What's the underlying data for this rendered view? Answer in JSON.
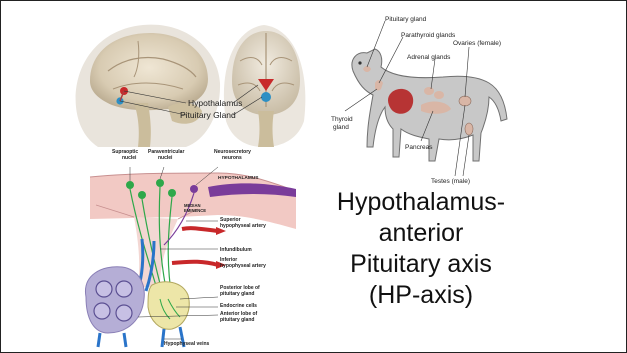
{
  "brain_panel": {
    "labels": {
      "hypothalamus": "Hypothalamus",
      "pituitary": "Pituitary Gland"
    }
  },
  "dog_panel": {
    "labels": {
      "pituitary": "Pituitary gland",
      "parathyroid": "Parathyroid glands",
      "ovaries": "Ovaries (female)",
      "adrenal": "Adrenal glands",
      "thyroid_1": "Thyroid",
      "thyroid_2": "gland",
      "pancreas": "Pancreas",
      "testes": "Testes (male)"
    }
  },
  "hp_panel": {
    "labels": {
      "supraoptic_1": "Supraoptic",
      "supraoptic_2": "nuclei",
      "paraventricular_1": "Paraventricular",
      "paraventricular_2": "nuclei",
      "neurosecretory_1": "Neurosecretory",
      "neurosecretory_2": "neurons",
      "hypothalamus": "HYPOTHALAMUS",
      "median_1": "MEDIAN",
      "median_2": "EMINENCE",
      "sup_artery_1": "Superior",
      "sup_artery_2": "hypophyseal artery",
      "infundibulum": "Infundibulum",
      "inf_artery_1": "Inferior",
      "inf_artery_2": "hypophyseal artery",
      "posterior_1": "Posterior lobe of",
      "posterior_2": "pituitary gland",
      "endocrine": "Endocrine cells",
      "anterior_1": "Anterior lobe of",
      "anterior_2": "pituitary gland",
      "veins": "Hypophyseal veins"
    }
  },
  "title": {
    "line1": "Hypothalamus-",
    "line2": "anterior",
    "line3": "Pituitary axis",
    "line4": "(HP-axis)"
  }
}
